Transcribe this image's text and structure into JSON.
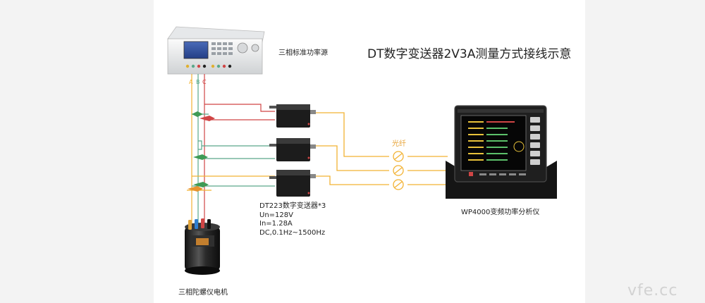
{
  "diagram": {
    "title": "DT数字变送器2V3A测量方式接线示意",
    "power_source": {
      "label": "三相标准功率源"
    },
    "phases": [
      {
        "name": "A",
        "color": "#f2b233"
      },
      {
        "name": "B",
        "color": "#5aa88a"
      },
      {
        "name": "C",
        "color": "#d04545"
      }
    ],
    "transmitter": {
      "label": "DT223数字变送器*3",
      "specs": [
        "Un=128V",
        "In=1.28A",
        "DC,0.1Hz~1500Hz"
      ]
    },
    "fiber": {
      "label": "光纤",
      "color": "#f2b233"
    },
    "analyzer": {
      "label": "WP4000变频功率分析仪"
    },
    "motor": {
      "label": "三相陀螺仪电机"
    },
    "watermark": "vfe.cc",
    "colors": {
      "wire_red": "#d04545",
      "wire_green": "#5aa88a",
      "wire_yellow": "#f2b233",
      "device_dark": "#1c1c1c"
    }
  }
}
